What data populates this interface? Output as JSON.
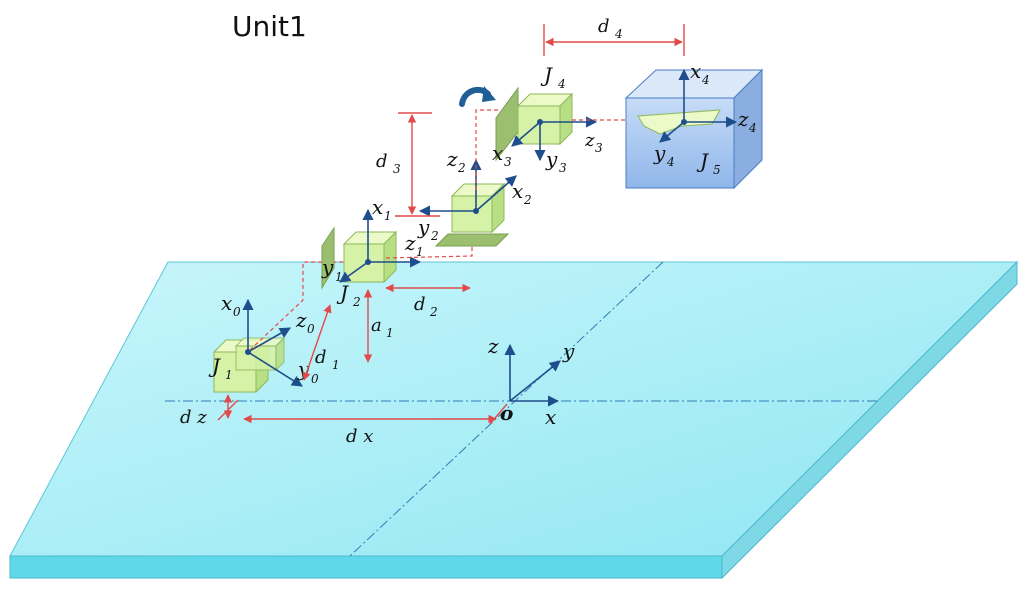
{
  "title": "Unit1",
  "base": {
    "origin": "o",
    "x": "x",
    "y": "y",
    "z": "z"
  },
  "frames": {
    "f0": {
      "x": "x",
      "x_sub": "0",
      "y": "y",
      "y_sub": "0",
      "z": "z",
      "z_sub": "0"
    },
    "f1": {
      "x": "x",
      "x_sub": "1",
      "y": "y",
      "y_sub": "1",
      "z": "z",
      "z_sub": "1"
    },
    "f2": {
      "x": "x",
      "x_sub": "2",
      "y": "y",
      "y_sub": "2",
      "z": "z",
      "z_sub": "2"
    },
    "f3": {
      "x": "x",
      "x_sub": "3",
      "y": "y",
      "y_sub": "3",
      "z": "z",
      "z_sub": "3"
    },
    "f4": {
      "x": "x",
      "x_sub": "4",
      "y": "y",
      "y_sub": "4",
      "z": "z",
      "z_sub": "4"
    }
  },
  "joints": {
    "j1": {
      "name": "J",
      "sub": "1"
    },
    "j2": {
      "name": "J",
      "sub": "2"
    },
    "j4": {
      "name": "J",
      "sub": "4"
    },
    "j5": {
      "name": "J",
      "sub": "5"
    }
  },
  "dimensions": {
    "d1": {
      "name": "d",
      "sub": "1"
    },
    "d2": {
      "name": "d",
      "sub": "2"
    },
    "d3": {
      "name": "d",
      "sub": "3"
    },
    "d4": {
      "name": "d",
      "sub": "4"
    },
    "a1": {
      "name": "a",
      "sub": "1"
    },
    "dx": "d x",
    "dz": "d z"
  },
  "colors": {
    "table_top": "#a6eef6",
    "table_side": "#5fd8ea",
    "joint_cube": "#d6f2a6",
    "end_cube": "#a9c9f2",
    "axis": "#1f4e8c",
    "dimension": "#e04a4a",
    "rotation_arrow": "#1f5f96"
  }
}
